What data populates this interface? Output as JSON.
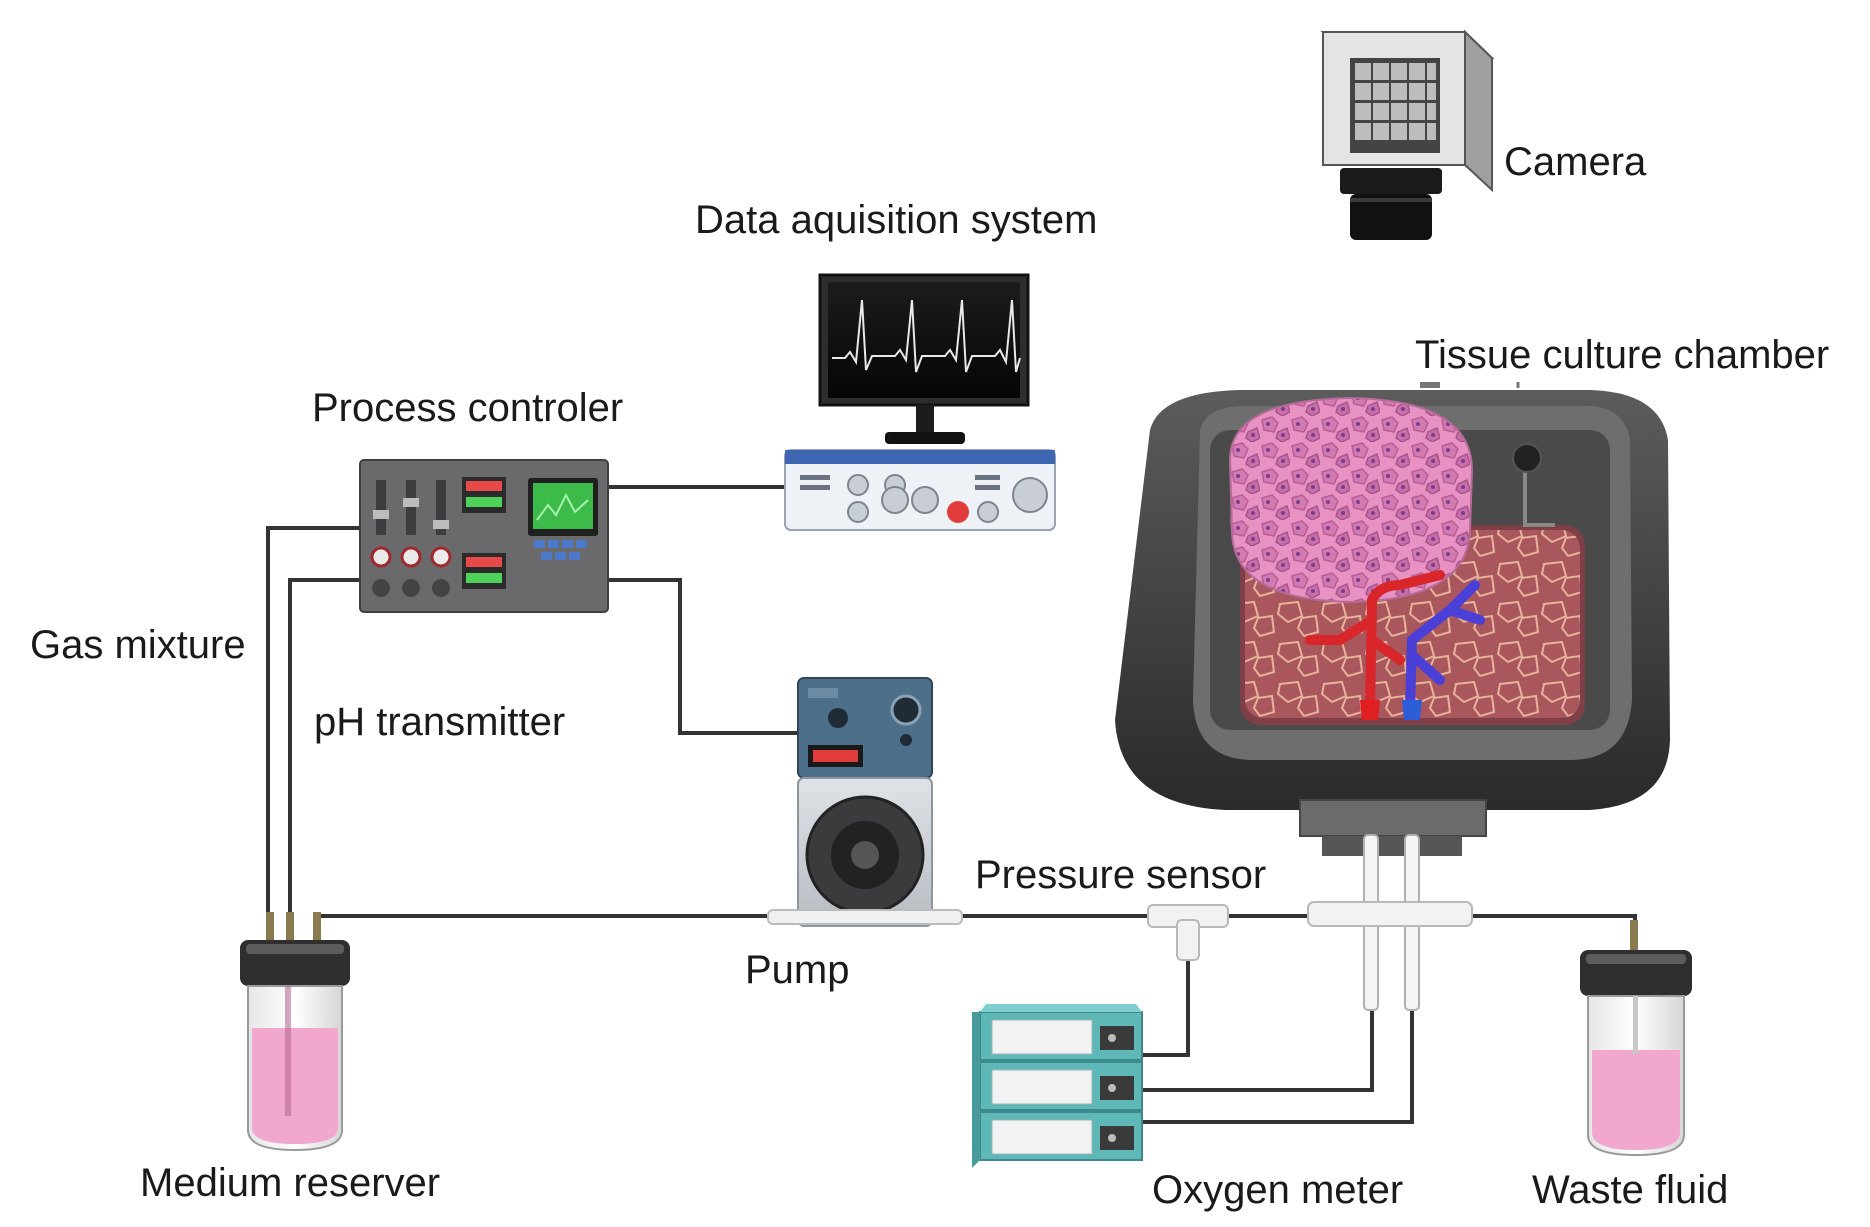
{
  "labels": {
    "camera": "Camera",
    "data_acquisition": "Data aquisition system",
    "tissue_chamber": "Tissue culture chamber",
    "process_controller": "Process controler",
    "gas_mixture": "Gas mixture",
    "ph_transmitter": "pH transmitter",
    "pressure_sensor": "Pressure sensor",
    "pump": "Pump",
    "medium_reserver": "Medium reserver",
    "oxygen_meter": "Oxygen meter",
    "waste_fluid": "Waste fluid"
  },
  "colors": {
    "line": "#333333",
    "medium": "#f2a7cf",
    "device_gray": "#5f5f62",
    "chamber_dark": "#3a3a3a",
    "tissue_pink": "#e98ec0",
    "tissue_bed": "#a3545a",
    "artery_red": "#d8262a",
    "vein_blue": "#4a3fd6",
    "oxygen_teal": "#5fb8b8",
    "controller_display": "#3dbb4a"
  },
  "icons": {
    "camera": "camera-icon",
    "monitor": "monitor-icon",
    "daq": "daq-unit-icon",
    "controller": "process-controller-icon",
    "pump": "peristaltic-pump-icon",
    "chamber": "tissue-chamber-icon",
    "reservoir": "medium-bottle-icon",
    "waste": "waste-bottle-icon",
    "oxygen": "oxygen-meter-icon",
    "t_connector": "t-connector-icon"
  }
}
